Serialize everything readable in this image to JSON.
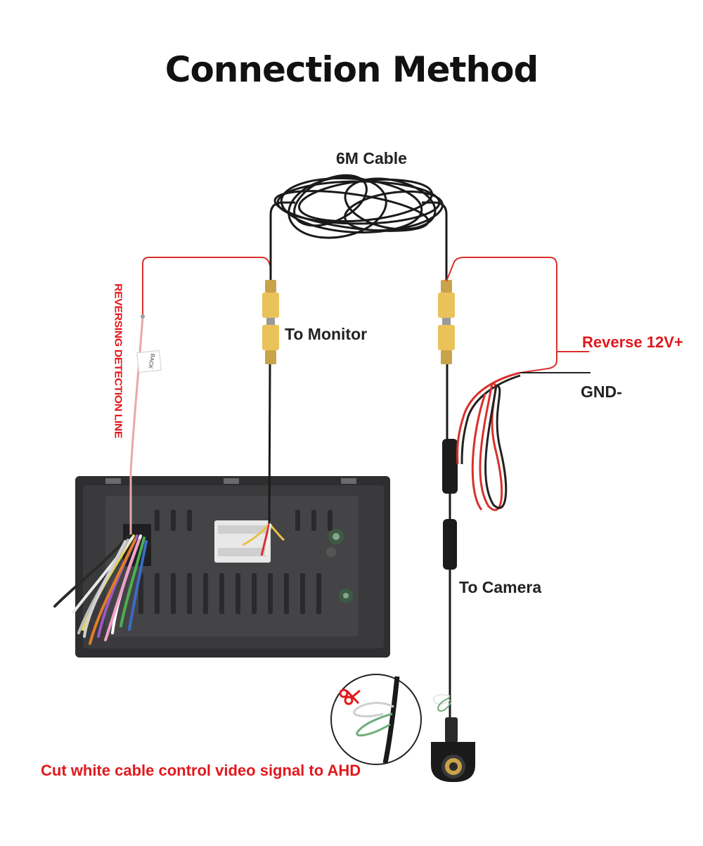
{
  "title": "Connection Method",
  "labels": {
    "cable": "6M Cable",
    "to_monitor": "To Monitor",
    "reverse": "Reverse 12V+",
    "gnd": "GND-",
    "to_camera": "To Camera",
    "detection_line": "REVERSING DETECTION LINE",
    "cut_note": "Cut white cable control video signal to AHD"
  },
  "tag_text": "BACK",
  "colors": {
    "text": "#222222",
    "accent_red": "#e0191d",
    "cable": "#1a1a1a",
    "rca_yellow": "#e9c25a",
    "red_wire": "#d9302c",
    "head_unit": "#3a3a3c"
  }
}
